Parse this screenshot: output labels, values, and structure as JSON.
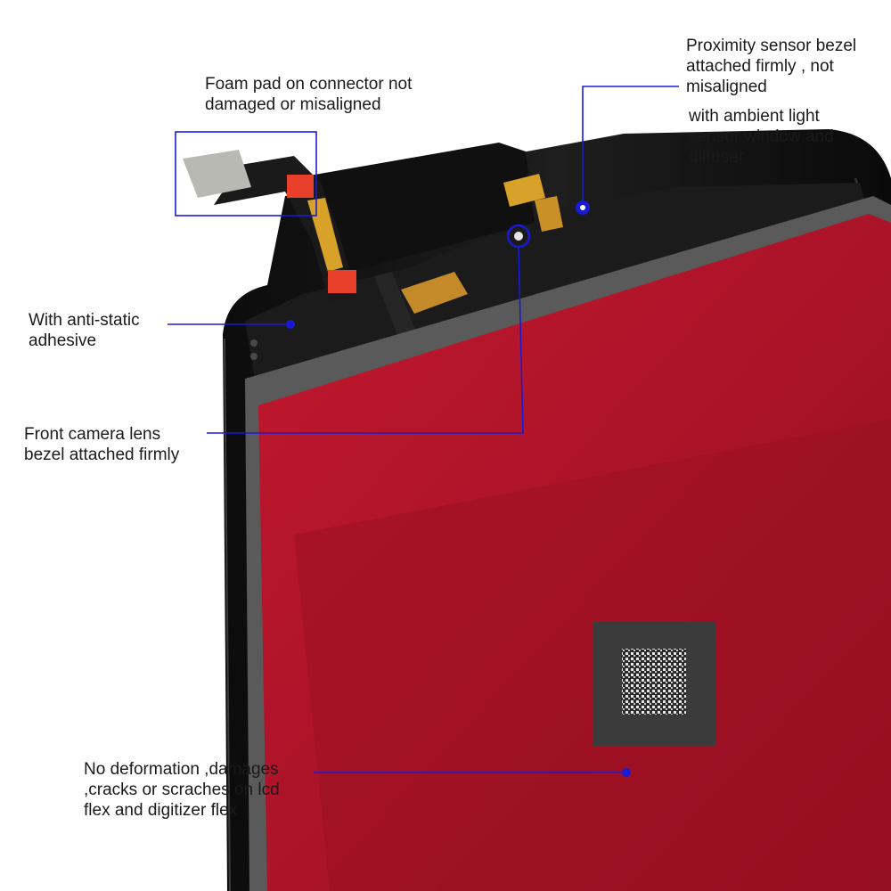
{
  "callouts": {
    "foam_pad": [
      "Foam pad on connector not",
      "damaged or misaligned"
    ],
    "proximity": [
      "Proximity sensor bezel",
      "attached firmly , not",
      "misaligned"
    ],
    "ambient": [
      "with ambient light",
      "sensor window and",
      "diffuser"
    ],
    "anti_static": [
      "With anti-static",
      "adhesive"
    ],
    "front_camera": [
      "Front camera lens",
      "bezel attached firmly"
    ],
    "no_deformation": [
      "No deformation ,damages",
      ",cracks or scraches on lcd",
      "flex and digitizer flex"
    ]
  },
  "colors": {
    "panel_red": "#b3142a",
    "panel_dark_red": "#8c0f20",
    "frame_black": "#141414",
    "leader_blue": "#1a1ad6",
    "label_text": "#1a1a1a",
    "connector_orange": "#e8402a",
    "flex_gold": "#d7a12a"
  }
}
